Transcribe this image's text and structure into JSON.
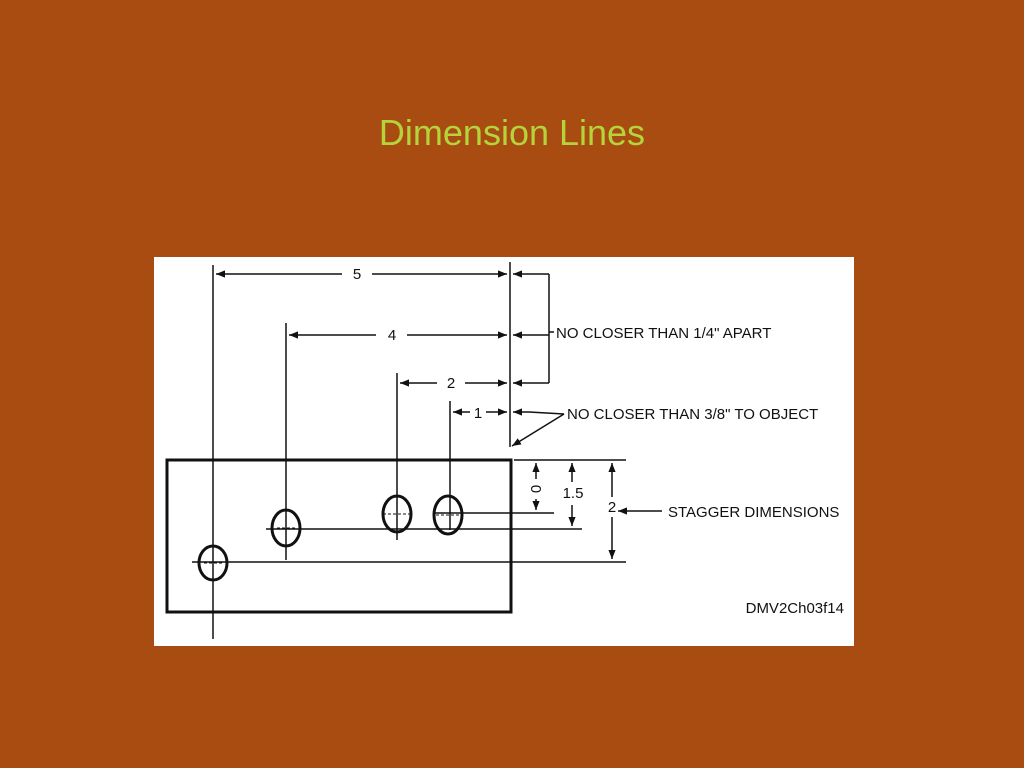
{
  "slide": {
    "title": "Dimension Lines",
    "background_color": "#a84c12",
    "title_color": "#b5d43c"
  },
  "diagram": {
    "dimensions": {
      "d5": "5",
      "d4": "4",
      "d2": "2",
      "d1": "1",
      "v0": "0",
      "v15": "1.5",
      "v2": "2"
    },
    "callouts": {
      "apart": "NO CLOSER THAN 1/4\" APART",
      "object": "NO CLOSER THAN 3/8\" TO OBJECT",
      "stagger": "STAGGER DIMENSIONS"
    },
    "figure_id": "DMV2Ch03f14"
  }
}
